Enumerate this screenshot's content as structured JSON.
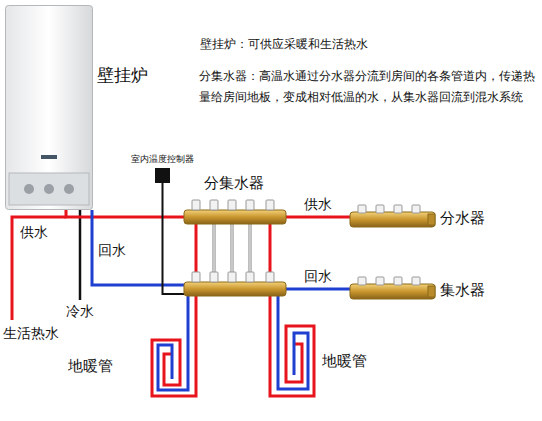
{
  "diagram": {
    "nodes": [
      {
        "text": [
          "壁挂炉"
        ]
      },
      {
        "text": [
          "室内温度控制器"
        ]
      },
      {
        "text": [
          "分集水器"
        ]
      },
      {
        "text": [
          "分水器"
        ]
      },
      {
        "text": [
          "集水器"
        ]
      },
      {
        "text": [
          "地暖管"
        ]
      },
      {
        "text": [
          "地暖管"
        ]
      }
    ],
    "edges": [
      {
        "from": 0,
        "to": 2,
        "arrow": "none"
      },
      {
        "from": 2,
        "to": 0,
        "label": "回水",
        "arrow": "none"
      },
      {
        "from": 1,
        "to": 2,
        "arrow": "none"
      },
      {
        "from": 2,
        "to": 3,
        "label": "供水",
        "arrow": "none"
      },
      {
        "from": 4,
        "to": 2,
        "label": "回水",
        "arrow": "none"
      },
      {
        "from": 2,
        "to": 5,
        "arrow": "none"
      },
      {
        "from": 2,
        "to": 6,
        "arrow": "none"
      }
    ],
    "labels": [
      "壁挂炉：可供应采暖和生活热水",
      "分集水器：高温水通过分水器分流到房间的各条管道内，传递热量给房间地板，变成相对低温的水，从集水器回流到混水系统",
      "供水",
      "冷水",
      "生活热水"
    ]
  }
}
